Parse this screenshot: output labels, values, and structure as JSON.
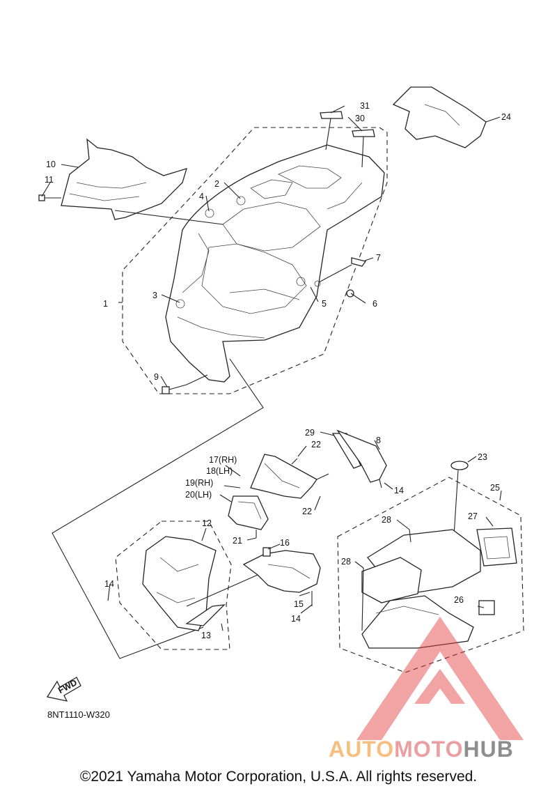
{
  "diagram": {
    "code": "8NT1110-W320",
    "fwd_label": "FWD",
    "copyright": "©2021 Yamaha Motor Corporation, U.S.A. All rights reserved.",
    "watermark": {
      "brand_part1": "AUTO",
      "brand_part2": "MOTO",
      "brand_part3": "HUB",
      "colors": {
        "auto": "#f5b56a",
        "moto": "#e88f93",
        "hub": "#7b7b7b",
        "triangle": "#e23a3a"
      }
    },
    "callouts": {
      "c1": "1",
      "c2": "2",
      "c3": "3",
      "c4": "4",
      "c5": "5",
      "c6": "6",
      "c7": "7",
      "c8": "8",
      "c9": "9",
      "c10": "10",
      "c11": "11",
      "c12": "12",
      "c13": "13",
      "c14a": "14",
      "c14b": "14",
      "c14c": "14",
      "c15": "15",
      "c16": "16",
      "c17": "17(RH)",
      "c18": "18(LH)",
      "c19": "19(RH)",
      "c20": "20(LH)",
      "c21": "21",
      "c22a": "22",
      "c22b": "22",
      "c23": "23",
      "c24": "24",
      "c25": "25",
      "c26": "26",
      "c27": "27",
      "c28a": "28",
      "c28b": "28",
      "c29": "29",
      "c30": "30",
      "c31": "31"
    }
  }
}
